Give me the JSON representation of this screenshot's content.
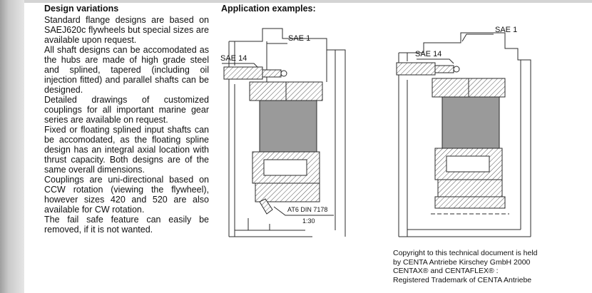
{
  "left_column": {
    "heading": "Design variations",
    "paragraphs": [
      "Standard flange designs are based on SAEJ620c flywheels but special sizes are available upon request.",
      "All shaft designs can be accomodated as the hubs are made of high grade steel and splined, tapered (including oil injection fitted) and parallel shafts can be designed.",
      "Detailed drawings of customized couplings for all important marine gear series are available on request.",
      "Fixed or floating splined input shafts can be accomodated, as the floating spline design has an integral axial location with thrust capacity. Both designs are of the same overall dimensions.",
      "Couplings are uni-directional based on CCW rotation (viewing the flywheel), however sizes 420 and 520 are also available for CW rotation.",
      "The fail safe feature can easily be removed, if it is not wanted."
    ]
  },
  "right_section": {
    "heading": "Application examples:",
    "drawing1": {
      "label_sae1": "SAE 1",
      "label_sae14": "SAE 14",
      "label_din": "AT6 DIN 7178",
      "label_scale": "1:30"
    },
    "drawing2": {
      "label_sae1": "SAE 1",
      "label_sae14": "SAE 14"
    },
    "copyright": {
      "lines": [
        "Copyright to this technical document is held",
        "by CENTA Antriebe Kirschey GmbH 2000",
        "CENTAX® and CENTAFLEX® :",
        "Registered Trademark of CENTA Antriebe"
      ]
    }
  },
  "colors": {
    "element_fill": "#9a9a9a",
    "line": "#2b2b2b",
    "left_strip": "#c4c4c4"
  }
}
